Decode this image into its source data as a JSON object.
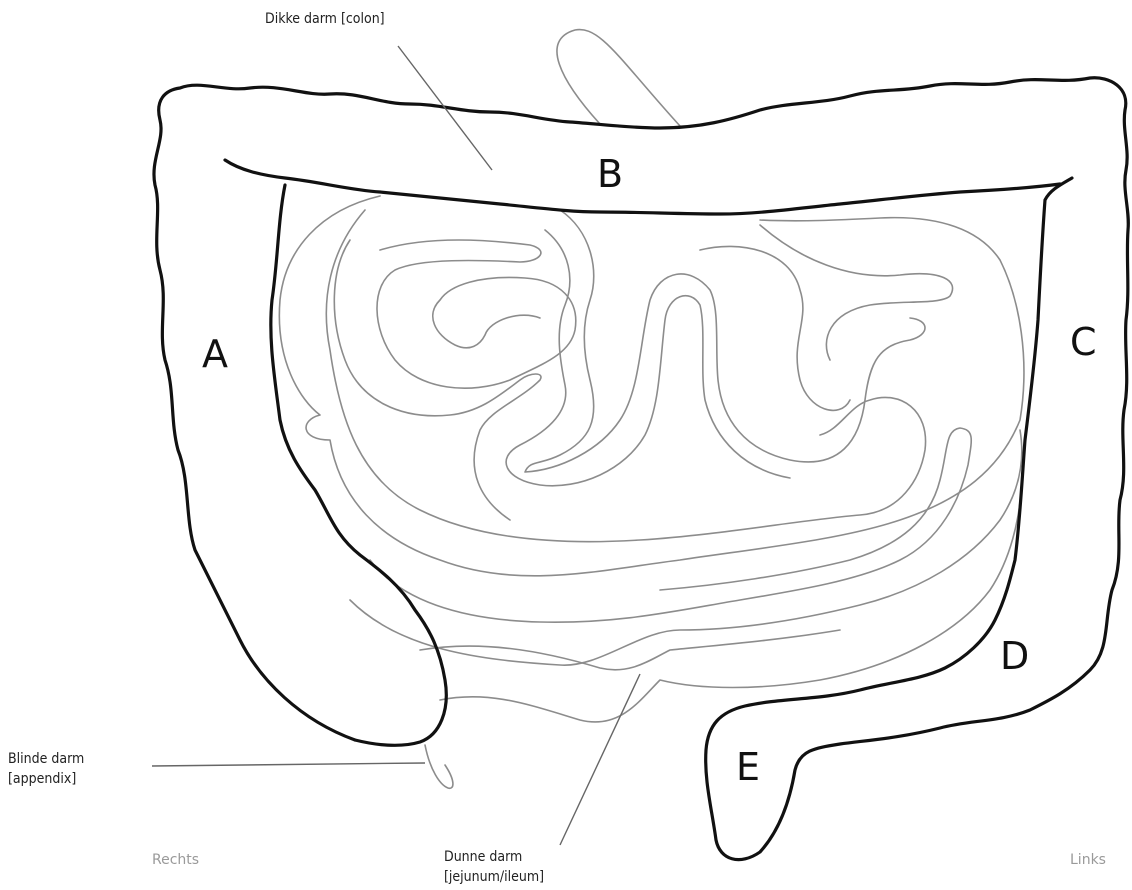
{
  "labels": {
    "colon": "Dikke darm [colon]",
    "appendix_line1": "Blinde darm",
    "appendix_line2": "[appendix]",
    "small_intestine_line1": "Dunne darm",
    "small_intestine_line2": "[jejunum/ileum]"
  },
  "sides": {
    "right": "Rechts",
    "left": "Links"
  },
  "regions": {
    "a": "A",
    "b": "B",
    "c": "C",
    "d": "D",
    "e": "E"
  },
  "colors": {
    "outline": "#111111",
    "inner": "#8c8c8c",
    "leader": "#666666"
  }
}
